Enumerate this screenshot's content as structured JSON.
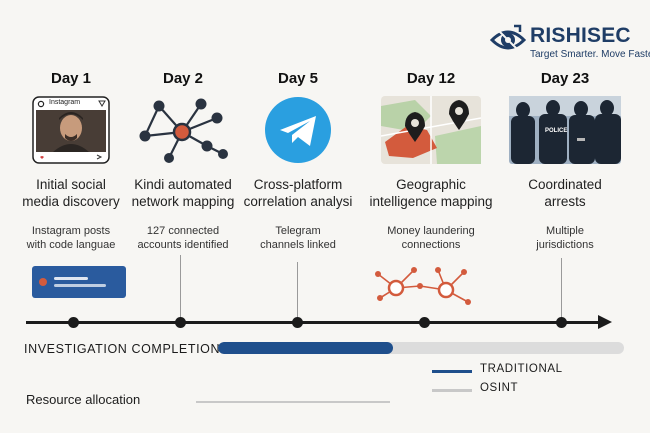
{
  "brand": {
    "name": "RISHISEC",
    "tagline": "Target Smarter. Move Faster.",
    "color": "#1f3d66"
  },
  "columns": [
    {
      "day": "Day 1",
      "title_lines": [
        "Initial social",
        "media discovery"
      ],
      "detail_lines": [
        "Instagram posts",
        "with code languae"
      ],
      "image": "instagram-post",
      "image_text": "Instagram"
    },
    {
      "day": "Day 2",
      "title_lines": [
        "Kindi automated",
        "network mapping"
      ],
      "detail_lines": [
        "127 connected",
        "accounts identified"
      ],
      "image": "network-graph-icon"
    },
    {
      "day": "Day 5",
      "title_lines": [
        "Cross-platform",
        "correlation analysi"
      ],
      "detail_lines": [
        "Telegram",
        "channels linked"
      ],
      "image": "telegram-icon"
    },
    {
      "day": "Day 12",
      "title_lines": [
        "Geographic",
        "intelligence mapping"
      ],
      "detail_lines": [
        "Money laundering",
        "connections"
      ],
      "image": "map-pins"
    },
    {
      "day": "Day 23",
      "title_lines": [
        "Coordinated",
        "arrests"
      ],
      "detail_lines": [
        "Multiple",
        "jurisdictions"
      ],
      "image": "police-arrest",
      "image_text": "POLICE"
    }
  ],
  "progress": {
    "label": "INVESTIGATION COMPLETION",
    "value": 0.43,
    "fill_color": "#1f4f8c",
    "track_color": "#dcdcdc"
  },
  "legend": [
    {
      "label": "TRADITIONAL",
      "color": "#1f4f8c"
    },
    {
      "label": "OSINT",
      "color": "#c8c8c8"
    }
  ],
  "resource": {
    "label": "Resource allocation"
  },
  "colors": {
    "timeline": "#1b1b1b",
    "accent_red": "#d35b3d",
    "telegram": "#2a9fe0"
  }
}
